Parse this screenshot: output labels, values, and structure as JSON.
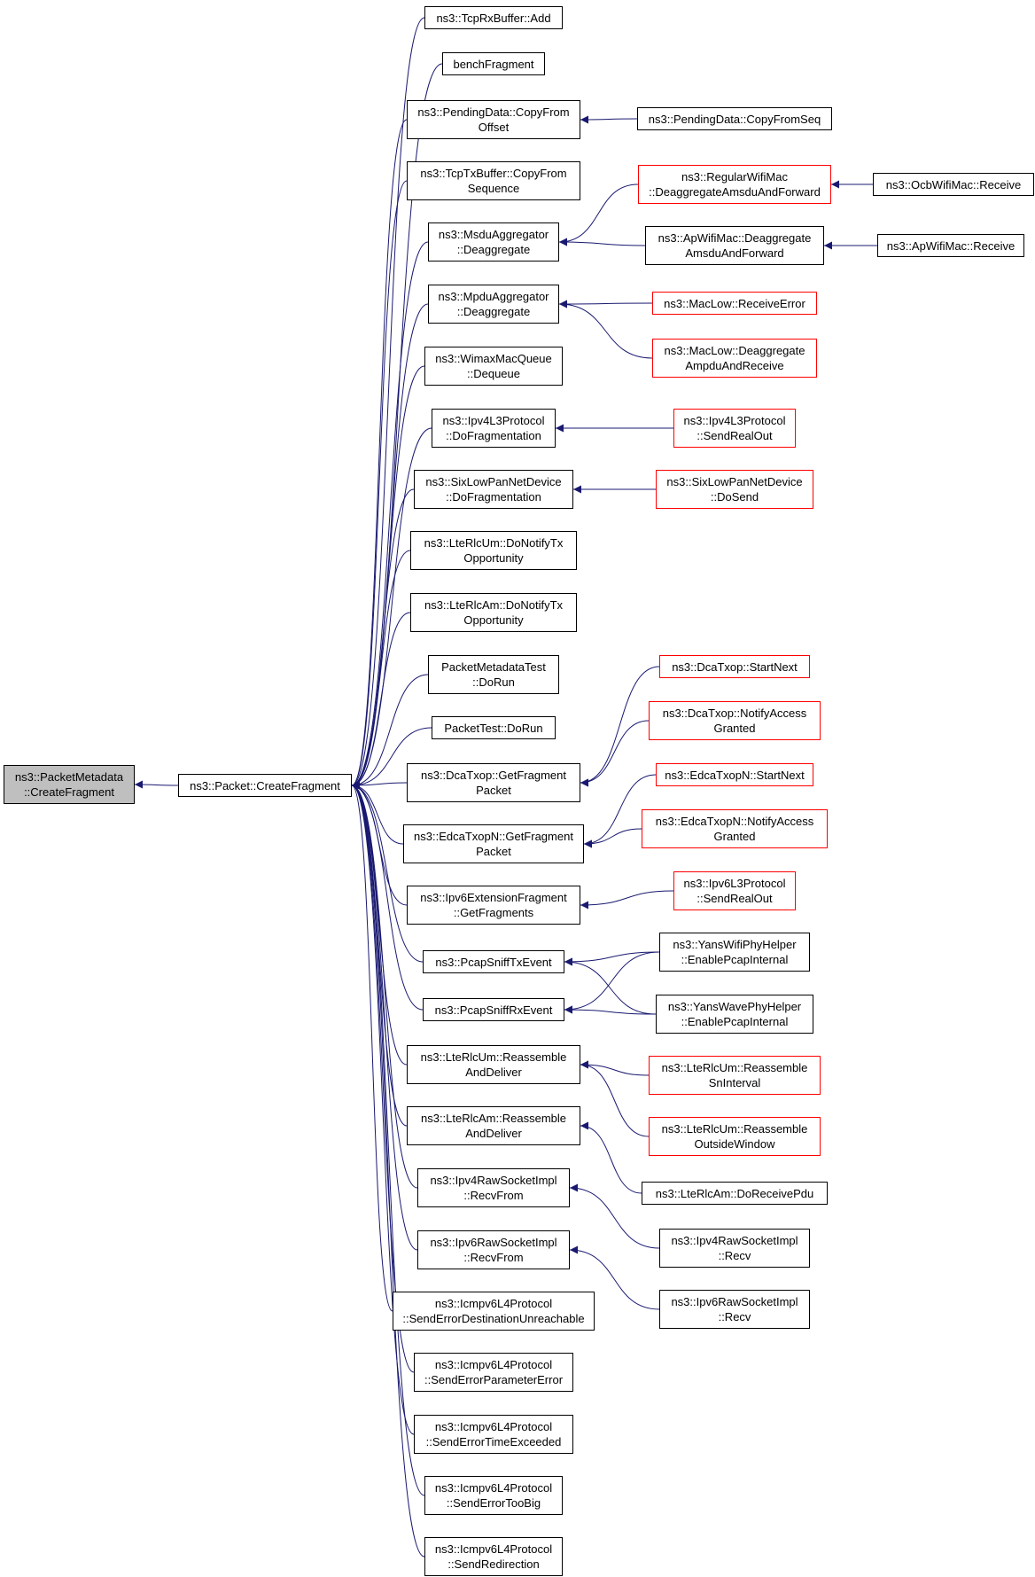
{
  "colors": {
    "edge": "#191970",
    "border": "#000000",
    "border_truncated": "#ff0000",
    "focus_fill": "#bfbfbf"
  },
  "nodes": [
    {
      "id": "root",
      "lines": [
        "ns3::PacketMetadata",
        "::CreateFragment"
      ],
      "style": "focus"
    },
    {
      "id": "pkt",
      "lines": [
        "ns3::Packet::CreateFragment"
      ],
      "style": "normal"
    },
    {
      "id": "c1",
      "lines": [
        "ns3::TcpRxBuffer::Add"
      ],
      "style": "normal"
    },
    {
      "id": "c2",
      "lines": [
        "benchFragment"
      ],
      "style": "normal"
    },
    {
      "id": "c3",
      "lines": [
        "ns3::PendingData::CopyFrom",
        "Offset"
      ],
      "style": "normal"
    },
    {
      "id": "c4",
      "lines": [
        "ns3::TcpTxBuffer::CopyFrom",
        "Sequence"
      ],
      "style": "normal"
    },
    {
      "id": "c5",
      "lines": [
        "ns3::MsduAggregator",
        "::Deaggregate"
      ],
      "style": "normal"
    },
    {
      "id": "c6",
      "lines": [
        "ns3::MpduAggregator",
        "::Deaggregate"
      ],
      "style": "normal"
    },
    {
      "id": "c7",
      "lines": [
        "ns3::WimaxMacQueue",
        "::Dequeue"
      ],
      "style": "normal"
    },
    {
      "id": "c8",
      "lines": [
        "ns3::Ipv4L3Protocol",
        "::DoFragmentation"
      ],
      "style": "normal"
    },
    {
      "id": "c9",
      "lines": [
        "ns3::SixLowPanNetDevice",
        "::DoFragmentation"
      ],
      "style": "normal"
    },
    {
      "id": "c10",
      "lines": [
        "ns3::LteRlcUm::DoNotifyTx",
        "Opportunity"
      ],
      "style": "normal"
    },
    {
      "id": "c11",
      "lines": [
        "ns3::LteRlcAm::DoNotifyTx",
        "Opportunity"
      ],
      "style": "normal"
    },
    {
      "id": "c12",
      "lines": [
        "PacketMetadataTest",
        "::DoRun"
      ],
      "style": "normal"
    },
    {
      "id": "c13",
      "lines": [
        "PacketTest::DoRun"
      ],
      "style": "normal"
    },
    {
      "id": "c14",
      "lines": [
        "ns3::DcaTxop::GetFragment",
        "Packet"
      ],
      "style": "normal"
    },
    {
      "id": "c15",
      "lines": [
        "ns3::EdcaTxopN::GetFragment",
        "Packet"
      ],
      "style": "normal"
    },
    {
      "id": "c16",
      "lines": [
        "ns3::Ipv6ExtensionFragment",
        "::GetFragments"
      ],
      "style": "normal"
    },
    {
      "id": "c17",
      "lines": [
        "ns3::PcapSniffTxEvent"
      ],
      "style": "normal"
    },
    {
      "id": "c18",
      "lines": [
        "ns3::PcapSniffRxEvent"
      ],
      "style": "normal"
    },
    {
      "id": "c19",
      "lines": [
        "ns3::LteRlcUm::Reassemble",
        "AndDeliver"
      ],
      "style": "normal"
    },
    {
      "id": "c20",
      "lines": [
        "ns3::LteRlcAm::Reassemble",
        "AndDeliver"
      ],
      "style": "normal"
    },
    {
      "id": "c21",
      "lines": [
        "ns3::Ipv4RawSocketImpl",
        "::RecvFrom"
      ],
      "style": "normal"
    },
    {
      "id": "c22",
      "lines": [
        "ns3::Ipv6RawSocketImpl",
        "::RecvFrom"
      ],
      "style": "normal"
    },
    {
      "id": "c23",
      "lines": [
        "ns3::Icmpv6L4Protocol",
        "::SendErrorDestinationUnreachable"
      ],
      "style": "normal"
    },
    {
      "id": "c24",
      "lines": [
        "ns3::Icmpv6L4Protocol",
        "::SendErrorParameterError"
      ],
      "style": "normal"
    },
    {
      "id": "c25",
      "lines": [
        "ns3::Icmpv6L4Protocol",
        "::SendErrorTimeExceeded"
      ],
      "style": "normal"
    },
    {
      "id": "c26",
      "lines": [
        "ns3::Icmpv6L4Protocol",
        "::SendErrorTooBig"
      ],
      "style": "normal"
    },
    {
      "id": "c27",
      "lines": [
        "ns3::Icmpv6L4Protocol",
        "::SendRedirection"
      ],
      "style": "normal"
    },
    {
      "id": "d1",
      "lines": [
        "ns3::PendingData::CopyFromSeq"
      ],
      "style": "normal"
    },
    {
      "id": "d2",
      "lines": [
        "ns3::RegularWifiMac",
        "::DeaggregateAmsduAndForward"
      ],
      "style": "truncated"
    },
    {
      "id": "d3",
      "lines": [
        "ns3::ApWifiMac::Deaggregate",
        "AmsduAndForward"
      ],
      "style": "normal"
    },
    {
      "id": "d4",
      "lines": [
        "ns3::MacLow::ReceiveError"
      ],
      "style": "truncated"
    },
    {
      "id": "d5",
      "lines": [
        "ns3::MacLow::Deaggregate",
        "AmpduAndReceive"
      ],
      "style": "truncated"
    },
    {
      "id": "d6",
      "lines": [
        "ns3::Ipv4L3Protocol",
        "::SendRealOut"
      ],
      "style": "truncated"
    },
    {
      "id": "d7",
      "lines": [
        "ns3::SixLowPanNetDevice",
        "::DoSend"
      ],
      "style": "truncated"
    },
    {
      "id": "d8",
      "lines": [
        "ns3::DcaTxop::StartNext"
      ],
      "style": "truncated"
    },
    {
      "id": "d9",
      "lines": [
        "ns3::DcaTxop::NotifyAccess",
        "Granted"
      ],
      "style": "truncated"
    },
    {
      "id": "d10",
      "lines": [
        "ns3::EdcaTxopN::StartNext"
      ],
      "style": "truncated"
    },
    {
      "id": "d11",
      "lines": [
        "ns3::EdcaTxopN::NotifyAccess",
        "Granted"
      ],
      "style": "truncated"
    },
    {
      "id": "d12",
      "lines": [
        "ns3::Ipv6L3Protocol",
        "::SendRealOut"
      ],
      "style": "truncated"
    },
    {
      "id": "d13",
      "lines": [
        "ns3::YansWifiPhyHelper",
        "::EnablePcapInternal"
      ],
      "style": "normal"
    },
    {
      "id": "d14",
      "lines": [
        "ns3::YansWavePhyHelper",
        "::EnablePcapInternal"
      ],
      "style": "normal"
    },
    {
      "id": "d15",
      "lines": [
        "ns3::LteRlcUm::Reassemble",
        "SnInterval"
      ],
      "style": "truncated"
    },
    {
      "id": "d16",
      "lines": [
        "ns3::LteRlcUm::Reassemble",
        "OutsideWindow"
      ],
      "style": "truncated"
    },
    {
      "id": "d17",
      "lines": [
        "ns3::LteRlcAm::DoReceivePdu"
      ],
      "style": "normal"
    },
    {
      "id": "d18",
      "lines": [
        "ns3::Ipv4RawSocketImpl",
        "::Recv"
      ],
      "style": "normal"
    },
    {
      "id": "d19",
      "lines": [
        "ns3::Ipv6RawSocketImpl",
        "::Recv"
      ],
      "style": "normal"
    },
    {
      "id": "e1",
      "lines": [
        "ns3::OcbWifiMac::Receive"
      ],
      "style": "normal"
    },
    {
      "id": "e2",
      "lines": [
        "ns3::ApWifiMac::Receive"
      ],
      "style": "normal"
    }
  ],
  "edges": [
    [
      "pkt",
      "root"
    ],
    [
      "c1",
      "pkt"
    ],
    [
      "c2",
      "pkt"
    ],
    [
      "c3",
      "pkt"
    ],
    [
      "c4",
      "pkt"
    ],
    [
      "c5",
      "pkt"
    ],
    [
      "c6",
      "pkt"
    ],
    [
      "c7",
      "pkt"
    ],
    [
      "c8",
      "pkt"
    ],
    [
      "c9",
      "pkt"
    ],
    [
      "c10",
      "pkt"
    ],
    [
      "c11",
      "pkt"
    ],
    [
      "c12",
      "pkt"
    ],
    [
      "c13",
      "pkt"
    ],
    [
      "c14",
      "pkt"
    ],
    [
      "c15",
      "pkt"
    ],
    [
      "c16",
      "pkt"
    ],
    [
      "c17",
      "pkt"
    ],
    [
      "c18",
      "pkt"
    ],
    [
      "c19",
      "pkt"
    ],
    [
      "c20",
      "pkt"
    ],
    [
      "c21",
      "pkt"
    ],
    [
      "c22",
      "pkt"
    ],
    [
      "c23",
      "pkt"
    ],
    [
      "c24",
      "pkt"
    ],
    [
      "c25",
      "pkt"
    ],
    [
      "c26",
      "pkt"
    ],
    [
      "c27",
      "pkt"
    ],
    [
      "d1",
      "c3"
    ],
    [
      "d2",
      "c5"
    ],
    [
      "d3",
      "c5"
    ],
    [
      "d4",
      "c6"
    ],
    [
      "d5",
      "c6"
    ],
    [
      "d6",
      "c8"
    ],
    [
      "d7",
      "c9"
    ],
    [
      "d8",
      "c14"
    ],
    [
      "d9",
      "c14"
    ],
    [
      "d10",
      "c15"
    ],
    [
      "d11",
      "c15"
    ],
    [
      "d12",
      "c16"
    ],
    [
      "d13",
      "c17"
    ],
    [
      "d14",
      "c17"
    ],
    [
      "d13",
      "c18"
    ],
    [
      "d14",
      "c18"
    ],
    [
      "d15",
      "c19"
    ],
    [
      "d16",
      "c19"
    ],
    [
      "d17",
      "c20"
    ],
    [
      "d18",
      "c21"
    ],
    [
      "d19",
      "c22"
    ],
    [
      "e1",
      "d2"
    ],
    [
      "e2",
      "d3"
    ]
  ]
}
